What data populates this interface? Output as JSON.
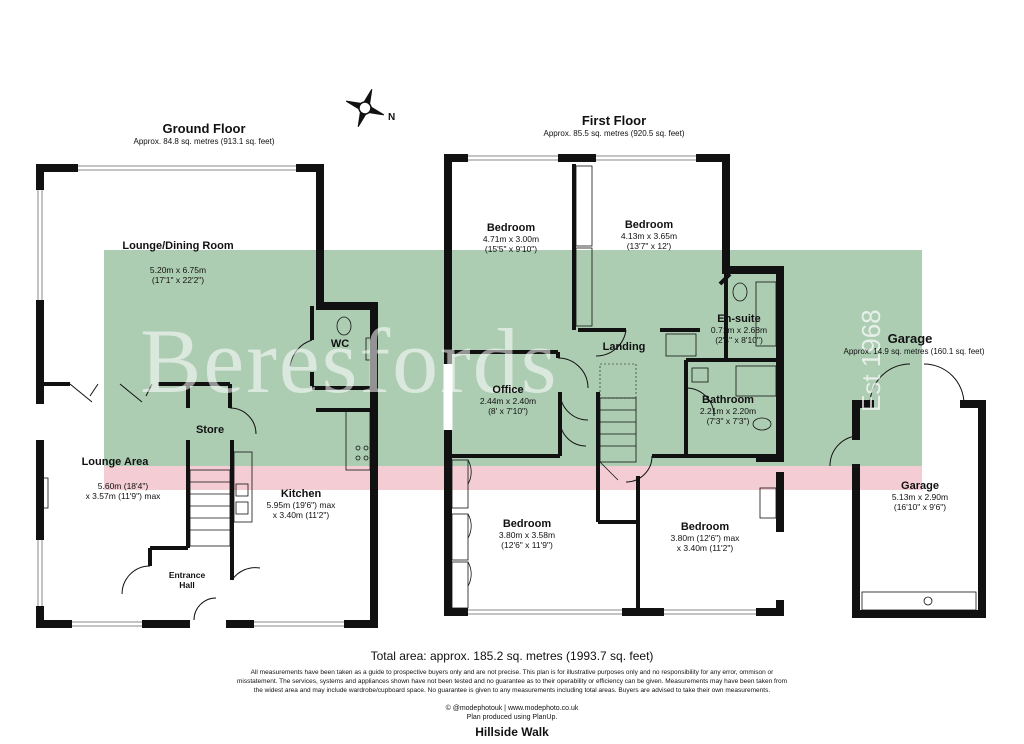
{
  "watermark": {
    "brand": "Beresfords",
    "est": "Est 1968",
    "band_color": "#9fc4a6",
    "stripe_color": "#f3c7cf"
  },
  "compass": {
    "label": "N"
  },
  "ground_floor": {
    "title": "Ground Floor",
    "area": "Approx. 84.8 sq. metres (913.1 sq. feet)",
    "rooms": {
      "lounge_dining": {
        "name": "Lounge/Dining Room",
        "dim1": "5.20m x 6.75m",
        "dim2": "(17'1\" x 22'2\")"
      },
      "wc": {
        "name": "WC"
      },
      "store": {
        "name": "Store"
      },
      "lounge_area": {
        "name": "Lounge Area",
        "dim1": "5.60m (18'4\")",
        "dim2": "x 3.57m (11'9\") max"
      },
      "kitchen": {
        "name": "Kitchen",
        "dim1": "5.95m (19'6\") max",
        "dim2": "x 3.40m (11'2\")"
      },
      "entrance_hall": {
        "name": "Entrance Hall"
      }
    }
  },
  "first_floor": {
    "title": "First Floor",
    "area": "Approx. 85.5 sq. metres (920.5 sq. feet)",
    "rooms": {
      "bedroom1": {
        "name": "Bedroom",
        "dim1": "4.71m x 3.00m",
        "dim2": "(15'5\" x 9'10\")"
      },
      "bedroom2": {
        "name": "Bedroom",
        "dim1": "4.13m x 3.65m",
        "dim2": "(13'7\" x 12')"
      },
      "ensuite": {
        "name": "En-suite",
        "dim1": "0.71m x 2.68m",
        "dim2": "(2'4\" x 8'10\")"
      },
      "landing": {
        "name": "Landing"
      },
      "office": {
        "name": "Office",
        "dim1": "2.44m x 2.40m",
        "dim2": "(8' x 7'10\")"
      },
      "bathroom": {
        "name": "Bathroom",
        "dim1": "2.21m x 2.20m",
        "dim2": "(7'3\" x 7'3\")"
      },
      "bedroom3": {
        "name": "Bedroom",
        "dim1": "3.80m x 3.58m",
        "dim2": "(12'6\" x 11'9\")"
      },
      "bedroom4": {
        "name": "Bedroom",
        "dim1": "3.80m (12'6\") max",
        "dim2": "x 3.40m (11'2\")"
      }
    }
  },
  "garage_floor": {
    "title": "Garage",
    "area": "Approx. 14.9 sq. metres (160.1 sq. feet)",
    "room": {
      "name": "Garage",
      "dim1": "5.13m x 2.90m",
      "dim2": "(16'10\" x 9'6\")"
    }
  },
  "footer": {
    "total": "Total area: approx. 185.2 sq. metres (1993.7 sq. feet)",
    "disclaimer1": "All measurements have been taken as a guide to prospective buyers only and are not precise. This plan is for illustrative purposes only and no responsibility for any error, ommison or",
    "disclaimer2": "misstatement. The services, systems and appliances shown have not been tested and no guarantee as to their operability or efficiency can be given. Measurements may have been taken from",
    "disclaimer3": "the widest area and may include wardrobe/cupboard space. No guarantee is given to any measurements including total areas. Buyers are advised to take their own measurements.",
    "credit1": "© @modephotouk | www.modephoto.co.uk",
    "credit2": "Plan produced using PlanUp.",
    "address": "Hillside Walk"
  }
}
